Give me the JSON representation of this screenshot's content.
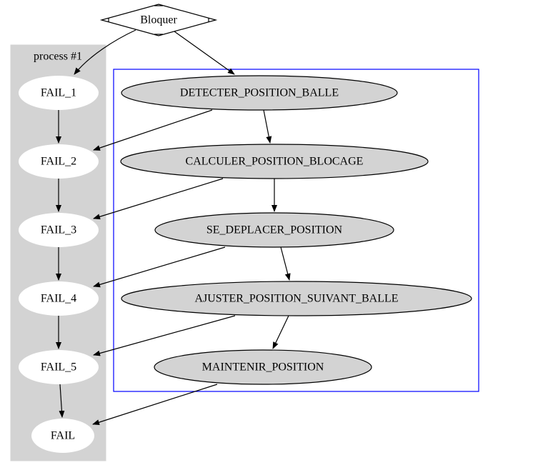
{
  "start": {
    "label": "Bloquer"
  },
  "process_cluster": {
    "label": "process #1",
    "fill_color": "#d3d3d3",
    "nodes": [
      "FAIL_1",
      "FAIL_2",
      "FAIL_3",
      "FAIL_4",
      "FAIL_5",
      "FAIL"
    ]
  },
  "main_cluster": {
    "border_color": "#0000ff",
    "nodes": [
      "DETECTER_POSITION_BALLE",
      "CALCULER_POSITION_BLOCAGE",
      "SE_DEPLACER_POSITION",
      "AJUSTER_POSITION_SUIVANT_BALLE",
      "MAINTENIR_POSITION"
    ]
  },
  "colors": {
    "task_node_fill": "#d3d3d3",
    "fail_node_fill": "#ffffff",
    "edge": "#000000"
  },
  "edges": [
    [
      "Bloquer",
      "FAIL_1"
    ],
    [
      "Bloquer",
      "DETECTER_POSITION_BALLE"
    ],
    [
      "FAIL_1",
      "FAIL_2"
    ],
    [
      "FAIL_2",
      "FAIL_3"
    ],
    [
      "FAIL_3",
      "FAIL_4"
    ],
    [
      "FAIL_4",
      "FAIL_5"
    ],
    [
      "FAIL_5",
      "FAIL"
    ],
    [
      "DETECTER_POSITION_BALLE",
      "CALCULER_POSITION_BLOCAGE"
    ],
    [
      "CALCULER_POSITION_BLOCAGE",
      "SE_DEPLACER_POSITION"
    ],
    [
      "SE_DEPLACER_POSITION",
      "AJUSTER_POSITION_SUIVANT_BALLE"
    ],
    [
      "AJUSTER_POSITION_SUIVANT_BALLE",
      "MAINTENIR_POSITION"
    ],
    [
      "DETECTER_POSITION_BALLE",
      "FAIL_2"
    ],
    [
      "CALCULER_POSITION_BLOCAGE",
      "FAIL_3"
    ],
    [
      "SE_DEPLACER_POSITION",
      "FAIL_4"
    ],
    [
      "AJUSTER_POSITION_SUIVANT_BALLE",
      "FAIL_5"
    ],
    [
      "MAINTENIR_POSITION",
      "FAIL"
    ]
  ]
}
